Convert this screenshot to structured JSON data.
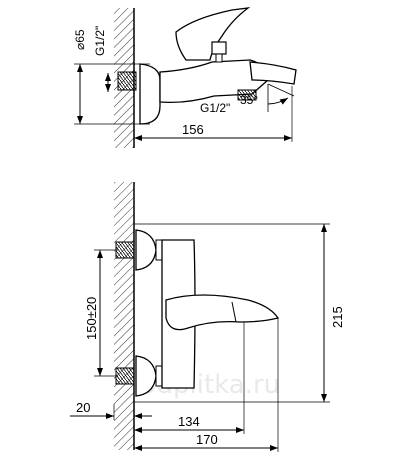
{
  "watermark": "3dplitka.ru",
  "top_view": {
    "diameter_label": "⌀65",
    "thread_label_vertical": "G1/2\"",
    "thread_label_outlet": "G1/2\"",
    "angle_label": "35°",
    "depth_label": "156"
  },
  "front_view": {
    "height_label": "215",
    "spacing_label": "150±20",
    "offset_label": "20",
    "lever_label": "134",
    "spout_label": "170"
  }
}
